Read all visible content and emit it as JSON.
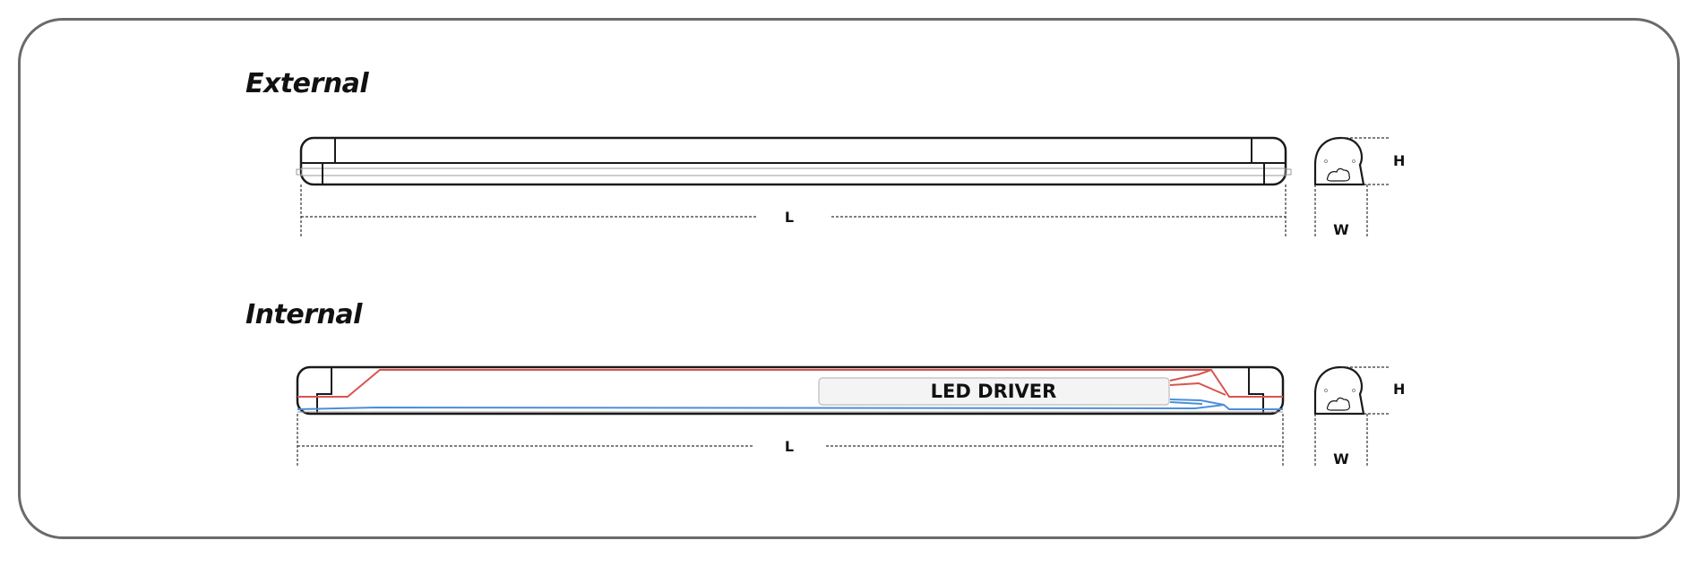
{
  "sections": {
    "external": {
      "title": "External"
    },
    "internal": {
      "title": "Internal"
    }
  },
  "dimensions": {
    "length_label": "L",
    "height_label": "H",
    "width_label": "W"
  },
  "driver": {
    "label": "LED DRIVER"
  },
  "colors": {
    "outline": "#1a1a1a",
    "frame": "#6a6a6a",
    "live_wire": "#d9534f",
    "neutral_wire": "#4a8fd9",
    "driver_fill": "#f4f4f4"
  }
}
